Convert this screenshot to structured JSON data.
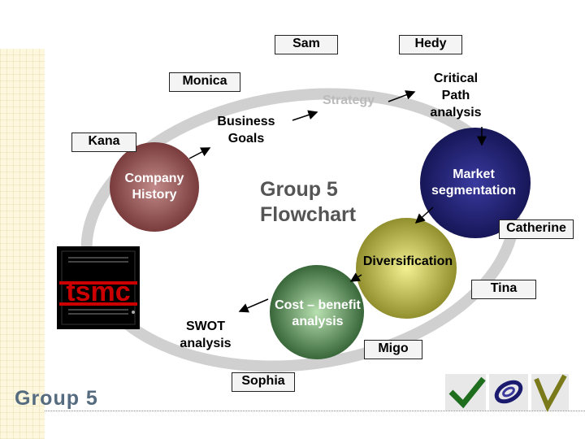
{
  "diagram": {
    "center_title": "Group 5\nFlowchart",
    "footer_label": "Group 5",
    "logo_text": "tsmc"
  },
  "members": {
    "sam": "Sam",
    "hedy": "Hedy",
    "monica": "Monica",
    "kana": "Kana",
    "catherine": "Catherine",
    "tina": "Tina",
    "migo": "Migo",
    "sophia": "Sophia"
  },
  "steps": {
    "strategy": "Strategy",
    "business_goals": "Business\nGoals",
    "critical_path": "Critical\nPath\nanalysis",
    "company_history": "Company\nHistory",
    "market_segmentation": "Market\nsegmentation",
    "diversification": "Diversification",
    "cost_benefit": "Cost – benefit\nanalysis",
    "swot": "SWOT\nanalysis"
  },
  "colors": {
    "company_history": "#7a3535",
    "market_segmentation": "#1a1a5e",
    "diversification": "#8a8a1e",
    "cost_benefit": "#2e5e2e",
    "ring": "#cccccc"
  },
  "icons": [
    "checkmark-icon",
    "spiral-icon",
    "v-mark-icon"
  ]
}
